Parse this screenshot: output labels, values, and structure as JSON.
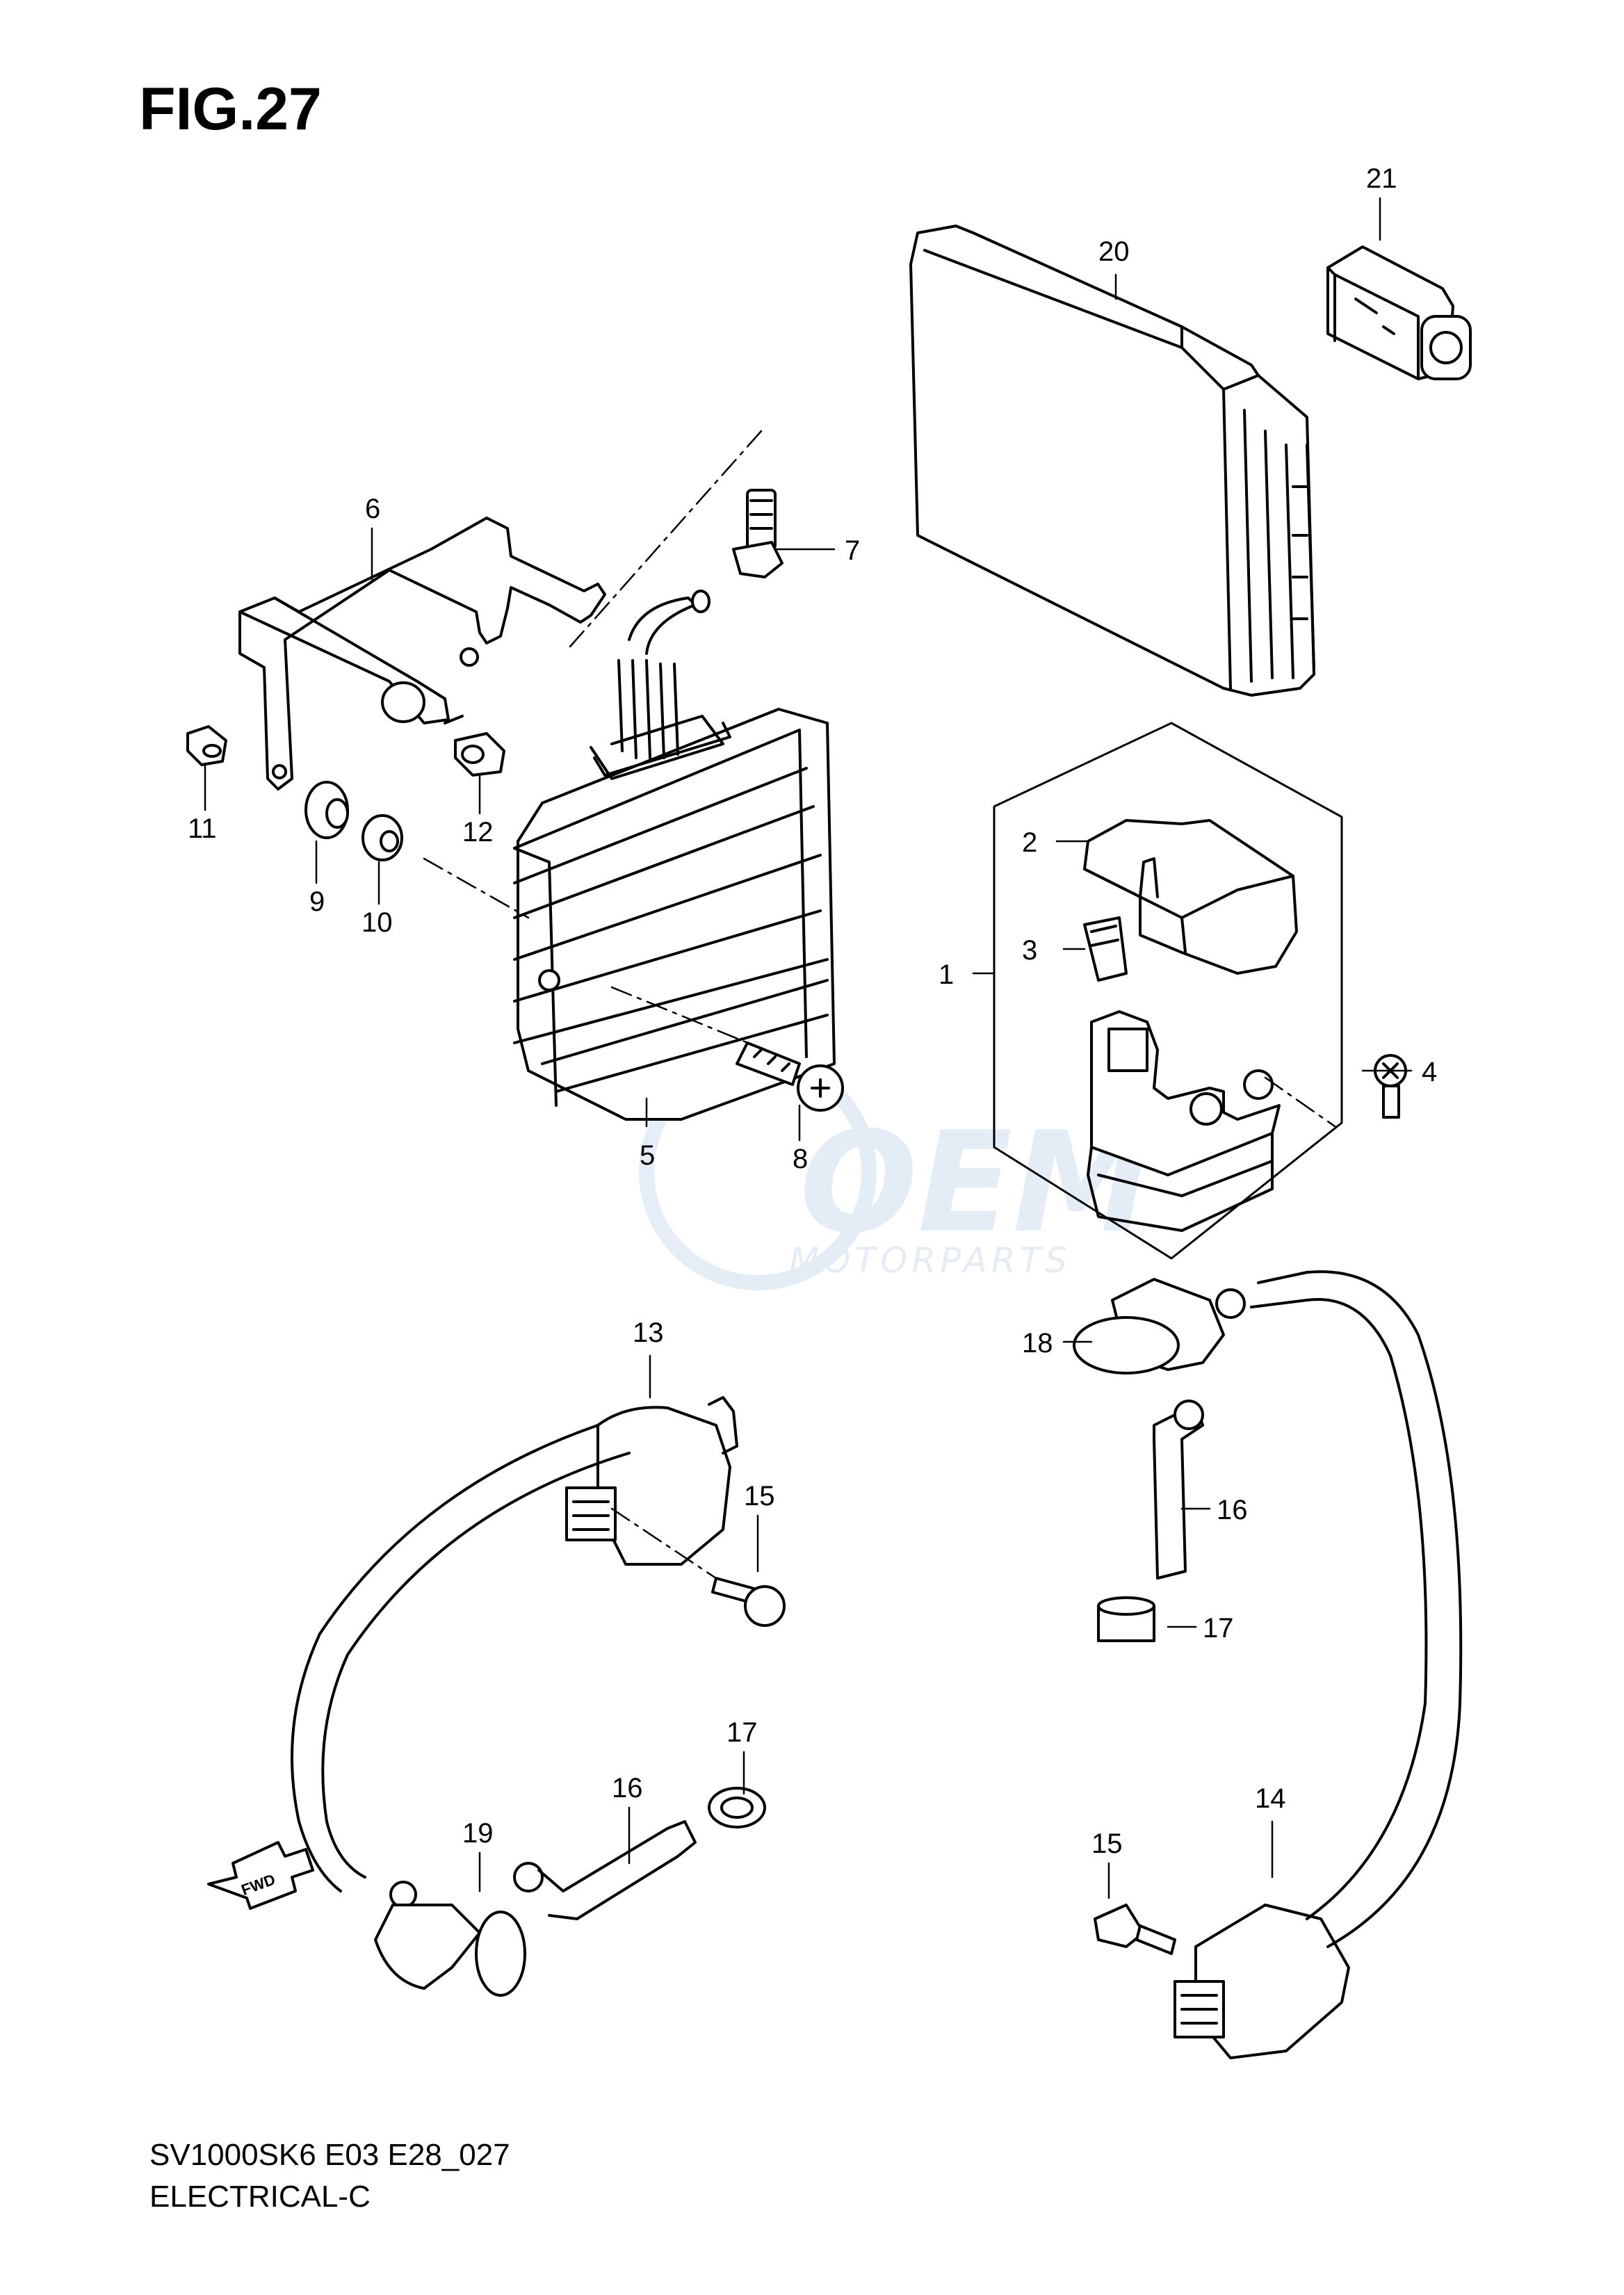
{
  "figure": {
    "title": "FIG.27"
  },
  "footer": {
    "model_code": "SV1000SK6 E03 E28_027",
    "section": "ELECTRICAL-C"
  },
  "watermark": {
    "brand": "OEM",
    "sub": "MOTORPARTS",
    "color": "#cfe0ee"
  },
  "fwd_label": "FWD",
  "callouts": [
    {
      "id": "c1",
      "num": "1"
    },
    {
      "id": "c2",
      "num": "2"
    },
    {
      "id": "c3",
      "num": "3"
    },
    {
      "id": "c4",
      "num": "4"
    },
    {
      "id": "c5",
      "num": "5"
    },
    {
      "id": "c6",
      "num": "6"
    },
    {
      "id": "c7",
      "num": "7"
    },
    {
      "id": "c8",
      "num": "8"
    },
    {
      "id": "c9",
      "num": "9"
    },
    {
      "id": "c10",
      "num": "10"
    },
    {
      "id": "c11",
      "num": "11"
    },
    {
      "id": "c12",
      "num": "12"
    },
    {
      "id": "c13",
      "num": "13"
    },
    {
      "id": "c14",
      "num": "14"
    },
    {
      "id": "c15a",
      "num": "15"
    },
    {
      "id": "c15b",
      "num": "15"
    },
    {
      "id": "c16a",
      "num": "16"
    },
    {
      "id": "c16b",
      "num": "16"
    },
    {
      "id": "c17a",
      "num": "17"
    },
    {
      "id": "c17b",
      "num": "17"
    },
    {
      "id": "c18",
      "num": "18"
    },
    {
      "id": "c19",
      "num": "19"
    },
    {
      "id": "c20",
      "num": "20"
    },
    {
      "id": "c21",
      "num": "21"
    }
  ]
}
